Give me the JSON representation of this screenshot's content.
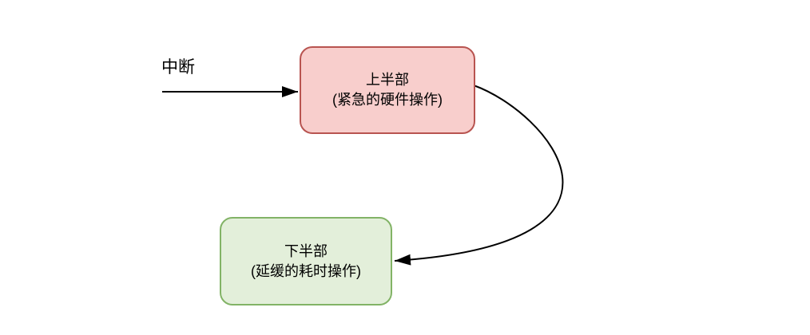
{
  "diagram": {
    "interrupt_label": "中断",
    "top_half": {
      "title": "上半部",
      "subtitle": "(紧急的硬件操作)"
    },
    "bottom_half": {
      "title": "下半部",
      "subtitle": "(延缓的耗时操作)"
    },
    "colors": {
      "background": "#ffffff",
      "top_fill": "#f8cecc",
      "top_stroke": "#b85450",
      "bottom_fill": "#e3efda",
      "bottom_stroke": "#82b366",
      "arrow": "#000000",
      "text": "#000000"
    }
  }
}
